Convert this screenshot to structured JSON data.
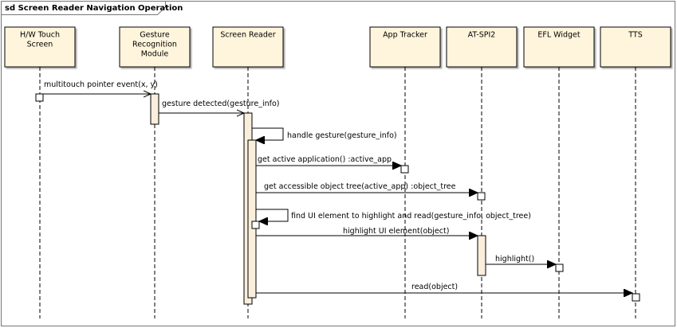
{
  "frame": {
    "title": "sd Screen Reader Navigation Operation"
  },
  "lifelines": [
    {
      "id": "hw_touch",
      "lines": [
        "H/W Touch",
        "Screen"
      ]
    },
    {
      "id": "gesture_mod",
      "lines": [
        "Gesture",
        "Recognition",
        "Module"
      ]
    },
    {
      "id": "screen_reader",
      "lines": [
        "Screen Reader"
      ]
    },
    {
      "id": "app_tracker",
      "lines": [
        "App Tracker"
      ]
    },
    {
      "id": "at_spi2",
      "lines": [
        "AT-SPI2"
      ]
    },
    {
      "id": "efl_widget",
      "lines": [
        "EFL Widget"
      ]
    },
    {
      "id": "tts",
      "lines": [
        "TTS"
      ]
    }
  ],
  "messages": [
    {
      "id": "m1",
      "label": "multitouch pointer event(x, y)"
    },
    {
      "id": "m2",
      "label": "gesture detected(gesture_info)"
    },
    {
      "id": "m3",
      "label": "handle gesture(gesture_info)"
    },
    {
      "id": "m4",
      "label": "get active application() :active_app"
    },
    {
      "id": "m5",
      "label": "get accessible object tree(active_app) :object_tree"
    },
    {
      "id": "m6",
      "label": "find UI element to highlight and read(gesture_info, object_tree)"
    },
    {
      "id": "m7",
      "label": "highlight UI element(object)"
    },
    {
      "id": "m8",
      "label": "highlight()"
    },
    {
      "id": "m9",
      "label": "read(object)"
    }
  ],
  "colors": {
    "head_fill": "#FFF5DC",
    "activation_fill": "#FAEEDC",
    "line": "#000000",
    "frame_border": "#777777"
  }
}
